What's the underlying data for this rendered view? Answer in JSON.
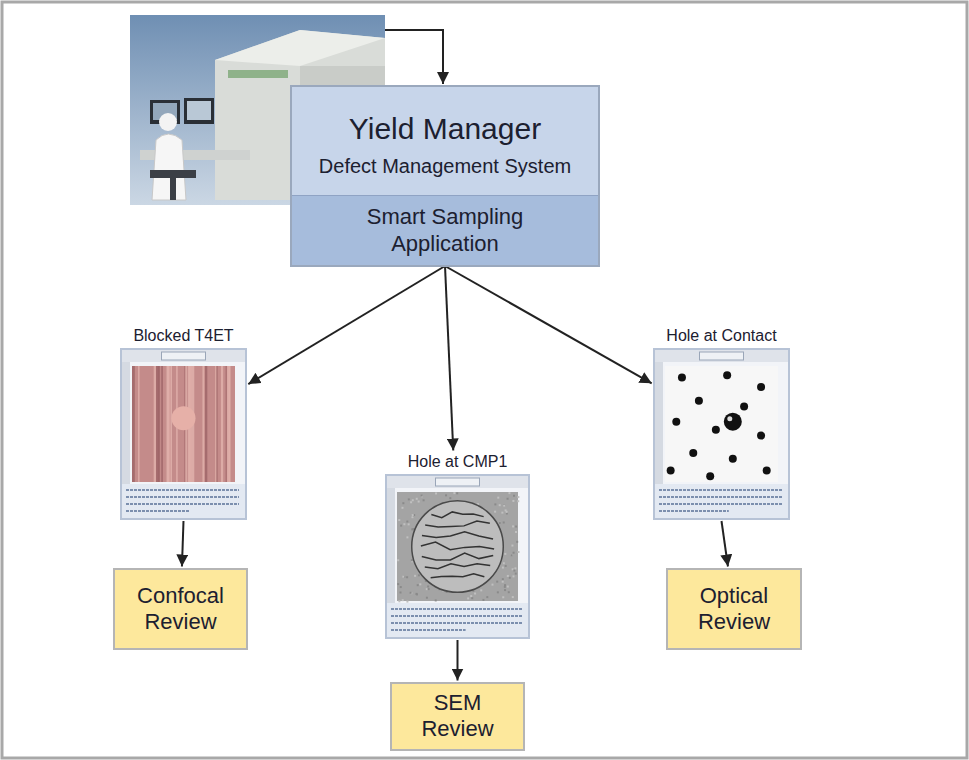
{
  "diagram": {
    "nodes": [
      {
        "text": [
          "Yield Manager",
          "Defect Management System"
        ]
      },
      {
        "text": [
          "Smart Sampling Application"
        ],
        "in": 0
      },
      {
        "text": [
          "Blocked T4ET"
        ]
      },
      {
        "text": [
          "Hole at CMP1"
        ]
      },
      {
        "text": [
          "Hole at Contact"
        ]
      },
      {
        "text": [
          "Confocal Review"
        ]
      },
      {
        "text": [
          "SEM Review"
        ]
      },
      {
        "text": [
          "Optical Review"
        ]
      }
    ],
    "edges": [
      {
        "from": 1,
        "to": 2,
        "arrow": "to"
      },
      {
        "from": 1,
        "to": 3,
        "arrow": "to"
      },
      {
        "from": 1,
        "to": 4,
        "arrow": "to"
      },
      {
        "from": 2,
        "to": 5,
        "arrow": "to"
      },
      {
        "from": 3,
        "to": 6,
        "arrow": "to"
      },
      {
        "from": 4,
        "to": 7,
        "arrow": "to"
      }
    ]
  }
}
